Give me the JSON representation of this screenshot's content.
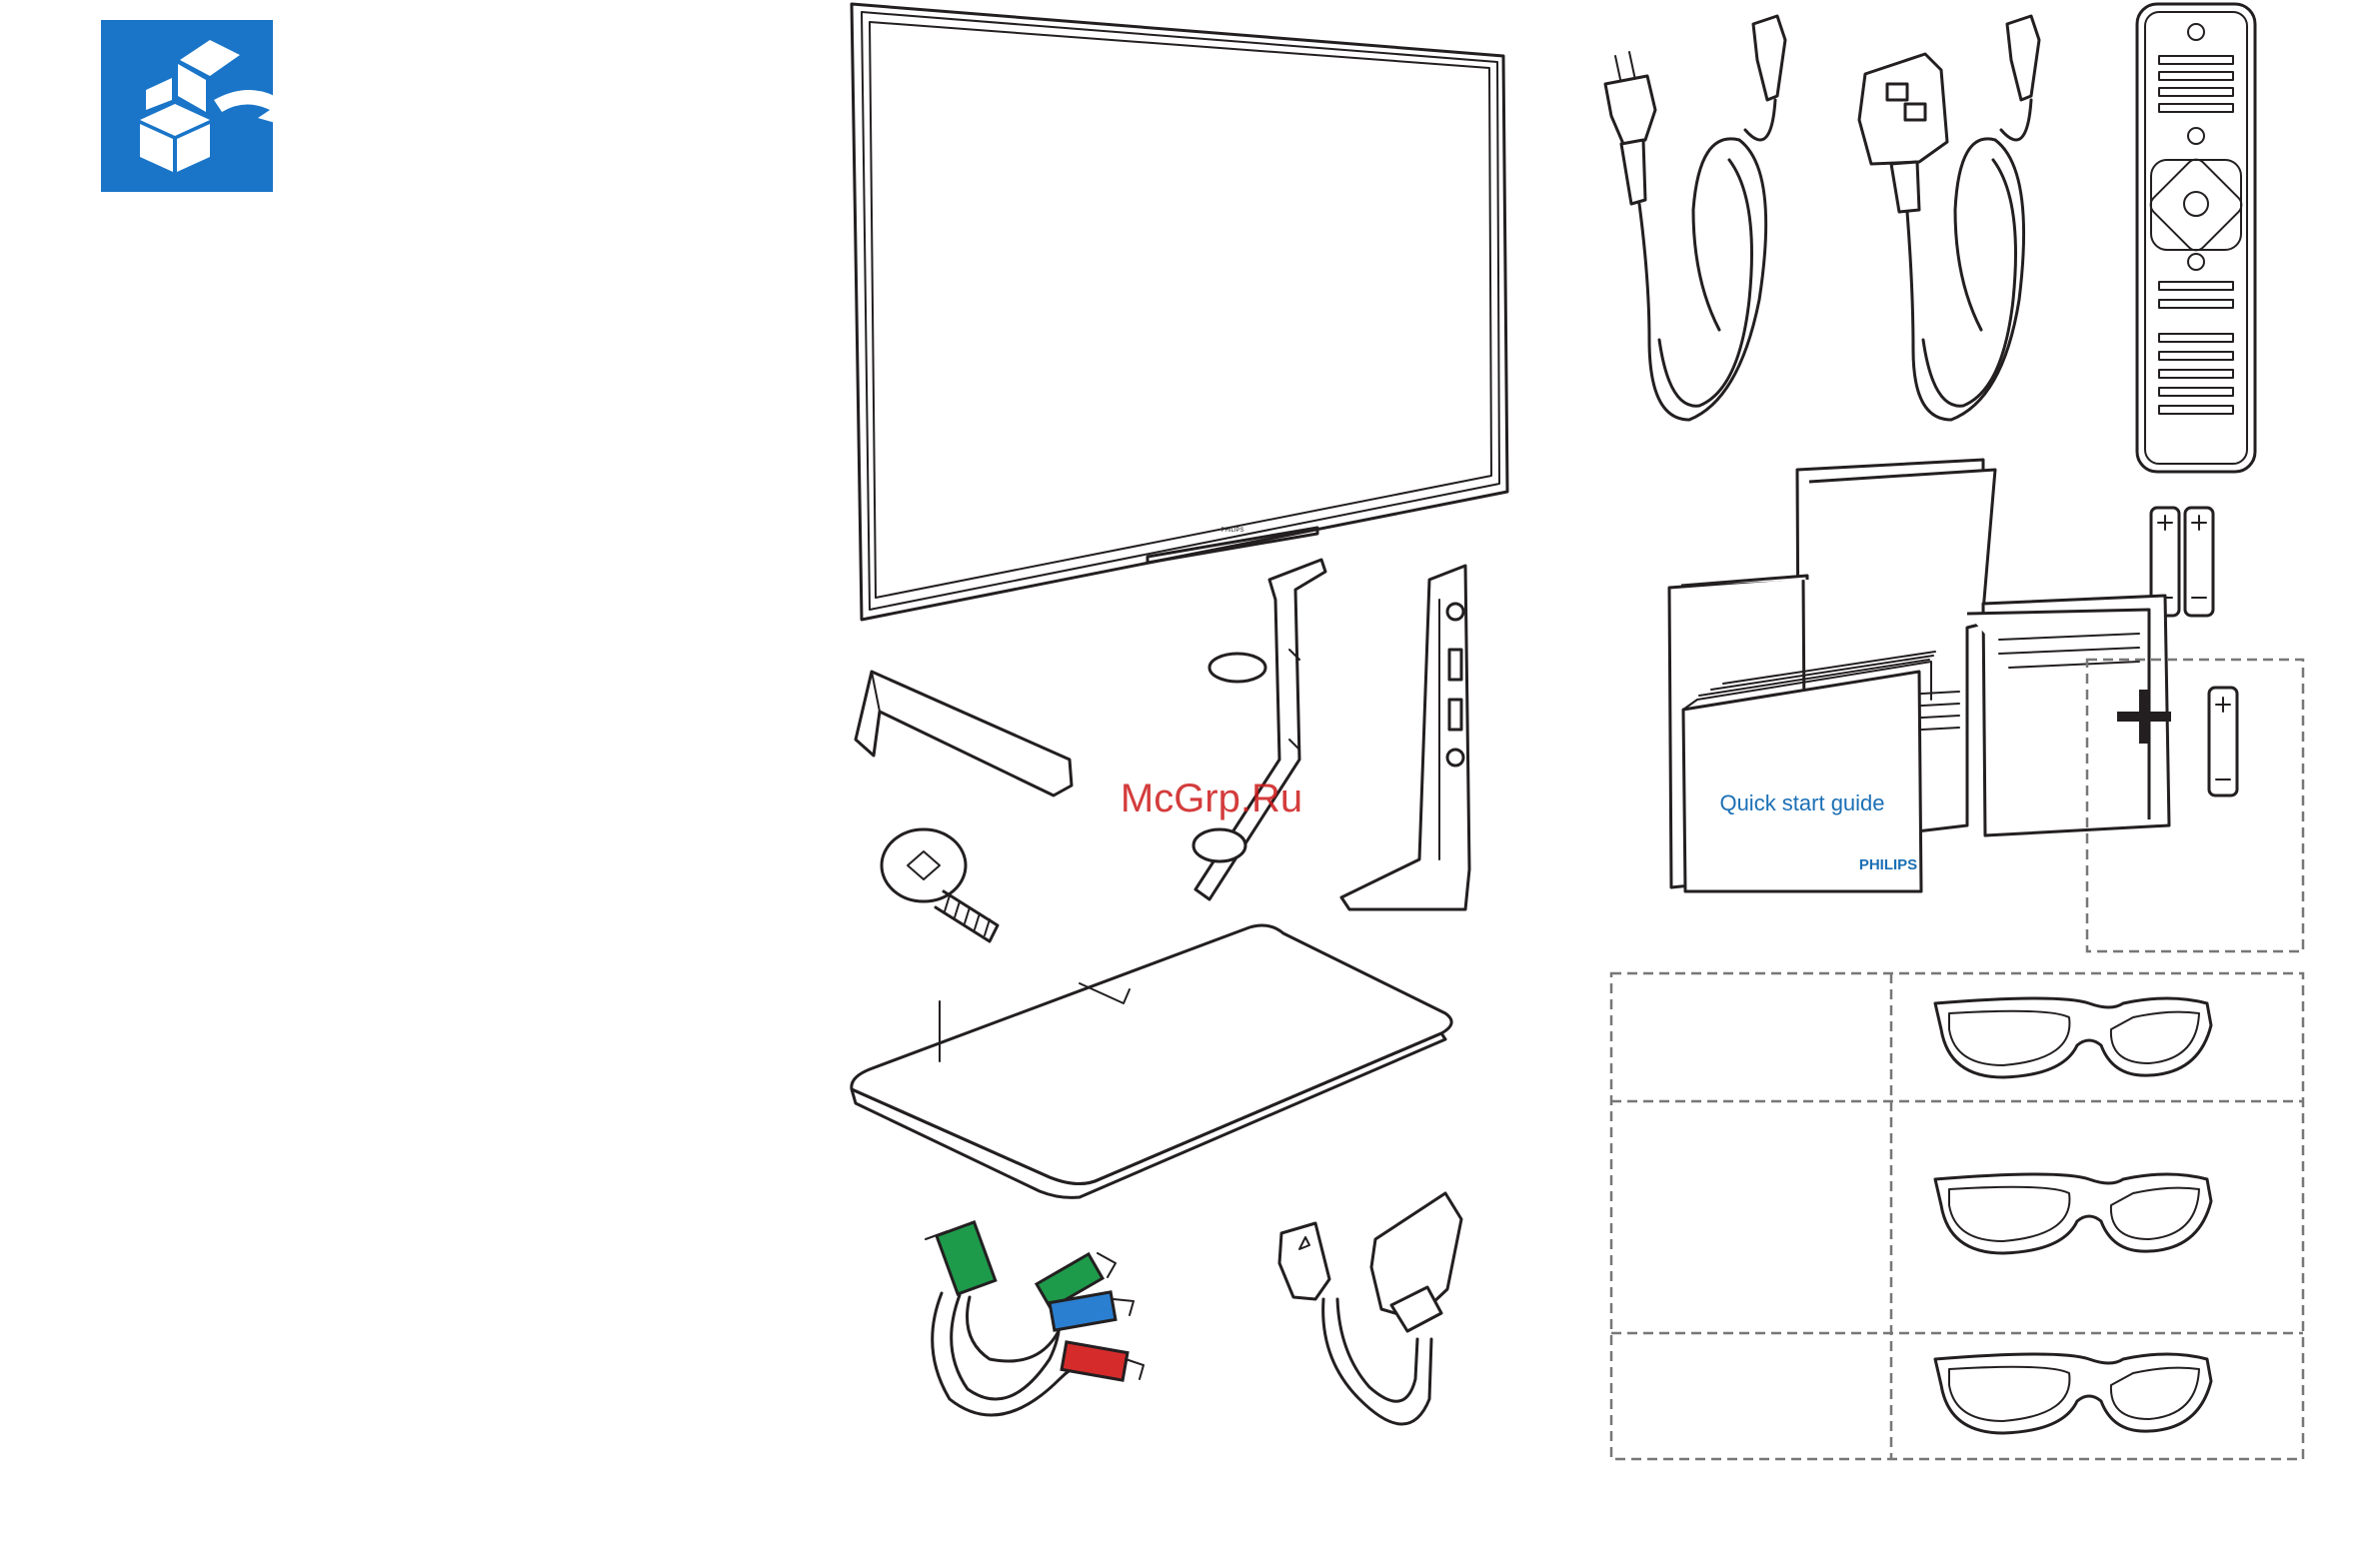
{
  "header": {
    "icon": "unpacking-box-icon",
    "icon_color": "#1a75c8"
  },
  "manual": {
    "title": "Quick start guide",
    "brand": "PHILIPS",
    "title_color": "#1b6fb5"
  },
  "tv": {
    "brand": "PHILIPS"
  },
  "watermark": {
    "text": "McGrp.Ru",
    "color": "#cc1a1a"
  },
  "colors": {
    "green_plug": "#1e9a4b",
    "blue_plug": "#2b7fd0",
    "red_plug": "#d52b2b",
    "line": "#231f20"
  }
}
